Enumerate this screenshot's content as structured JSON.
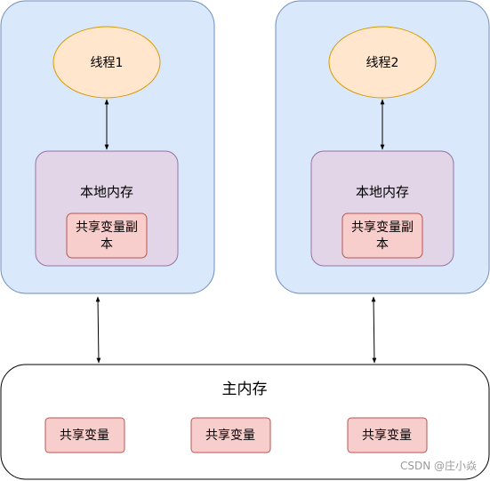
{
  "threads": [
    {
      "name": "线程1",
      "local_memory_label": "本地内存",
      "copy_label_line1": "共享变量副",
      "copy_label_line2": "本"
    },
    {
      "name": "线程2",
      "local_memory_label": "本地内存",
      "copy_label_line1": "共享变量副",
      "copy_label_line2": "本"
    }
  ],
  "main_memory": {
    "label": "主内存",
    "variables": [
      "共享变量",
      "共享变量",
      "共享变量"
    ]
  },
  "watermark": "CSDN @庄小焱",
  "colors": {
    "thread_region_fill": "#dae8fc",
    "thread_region_stroke": "#6c8ebf",
    "thread_ellipse_fill": "#ffe6cc",
    "thread_ellipse_stroke": "#d79b00",
    "local_memory_fill": "#e1d5e7",
    "local_memory_stroke": "#9673a6",
    "variable_fill": "#f8cecc",
    "variable_stroke": "#b85450",
    "main_memory_fill": "#ffffff",
    "main_memory_stroke": "#000000"
  }
}
